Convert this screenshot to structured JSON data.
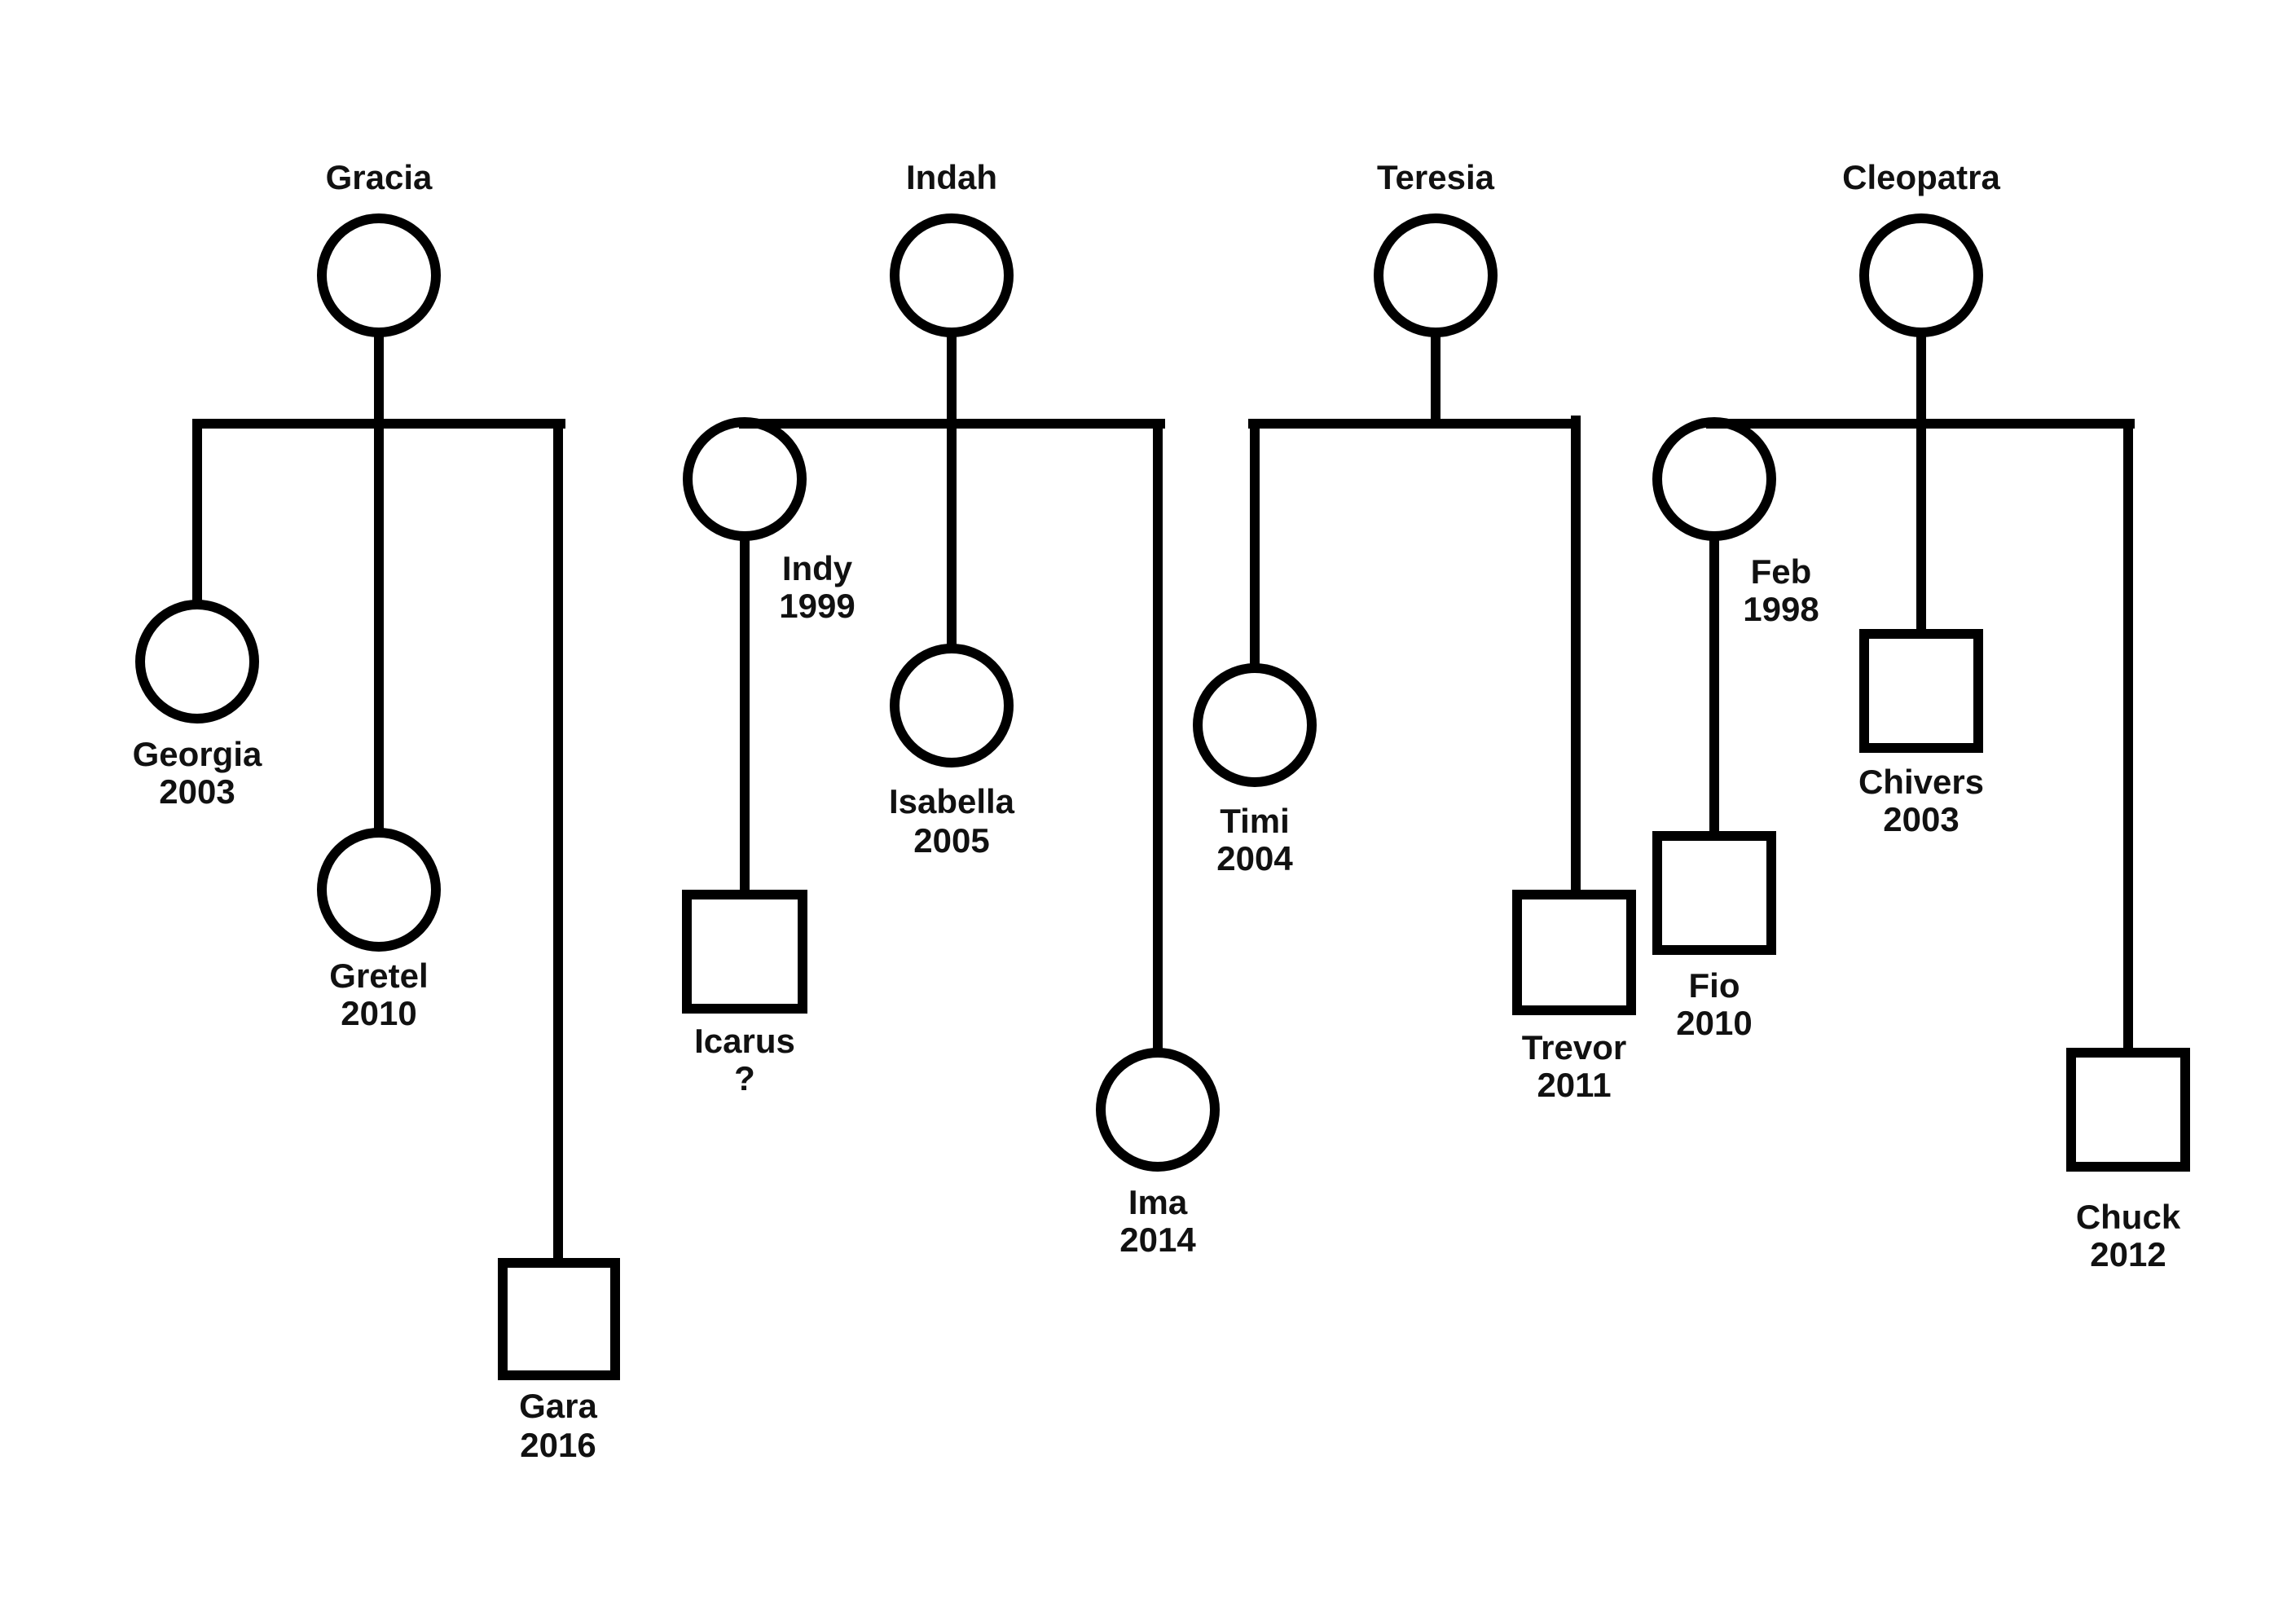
{
  "diagram": {
    "families": [
      {
        "parent": {
          "name": "Gracia",
          "sex": "female"
        },
        "children": [
          {
            "name": "Georgia",
            "year": "2003",
            "sex": "female"
          },
          {
            "name": "Gretel",
            "year": "2010",
            "sex": "female"
          },
          {
            "name": "Gara",
            "year": "2016",
            "sex": "male"
          }
        ]
      },
      {
        "parent": {
          "name": "Indah",
          "sex": "female"
        },
        "children": [
          {
            "name": "Indy",
            "year": "1999",
            "sex": "female",
            "children": [
              {
                "name": "Icarus",
                "year": "?",
                "sex": "male"
              }
            ]
          },
          {
            "name": "Isabella",
            "year": "2005",
            "sex": "female"
          },
          {
            "name": "Ima",
            "year": "2014",
            "sex": "female"
          }
        ]
      },
      {
        "parent": {
          "name": "Teresia",
          "sex": "female"
        },
        "children": [
          {
            "name": "Timi",
            "year": "2004",
            "sex": "female"
          },
          {
            "name": "Trevor",
            "year": "2011",
            "sex": "male"
          }
        ]
      },
      {
        "parent": {
          "name": "Cleopatra",
          "sex": "female"
        },
        "children": [
          {
            "name": "Feb",
            "year": "1998",
            "sex": "female",
            "children": [
              {
                "name": "Fio",
                "year": "2010",
                "sex": "male"
              }
            ]
          },
          {
            "name": "Chivers",
            "year": "2003",
            "sex": "male"
          },
          {
            "name": "Chuck",
            "year": "2012",
            "sex": "male"
          }
        ]
      }
    ]
  }
}
